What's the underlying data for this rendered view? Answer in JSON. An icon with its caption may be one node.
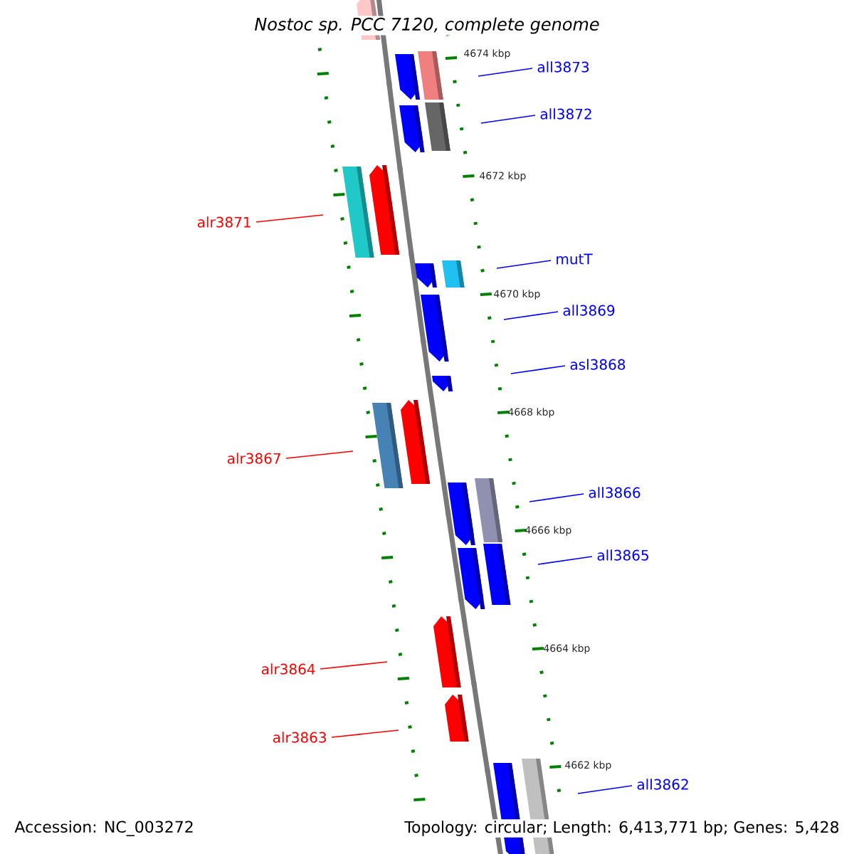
{
  "diagram": {
    "title": "*Nostoc* sp. PCC 7120, complete genome",
    "nodes": [
      {
        "text": [
          "all3873"
        ]
      },
      {
        "text": [
          "all3872"
        ]
      },
      {
        "text": [
          "alr3871"
        ]
      },
      {
        "text": [
          "mutT"
        ]
      },
      {
        "text": [
          "all3869"
        ]
      },
      {
        "text": [
          "asl3868"
        ]
      },
      {
        "text": [
          "alr3867"
        ]
      },
      {
        "text": [
          "all3866"
        ]
      },
      {
        "text": [
          "all3865"
        ]
      },
      {
        "text": [
          "alr3864"
        ]
      },
      {
        "text": [
          "alr3863"
        ]
      },
      {
        "text": [
          "all3862"
        ]
      }
    ],
    "edges": [
      {
        "from": 0,
        "to": null,
        "arrow": "none"
      },
      {
        "from": 1,
        "to": null,
        "arrow": "none"
      },
      {
        "from": 2,
        "to": null,
        "arrow": "none",
        "color": "#ff0000"
      },
      {
        "from": 3,
        "to": null,
        "arrow": "none"
      },
      {
        "from": 4,
        "to": null,
        "arrow": "none"
      },
      {
        "from": 5,
        "to": null,
        "arrow": "none"
      },
      {
        "from": 6,
        "to": null,
        "arrow": "none",
        "color": "#ff0000"
      },
      {
        "from": 7,
        "to": null,
        "arrow": "none"
      },
      {
        "from": 8,
        "to": null,
        "arrow": "none"
      },
      {
        "from": 9,
        "to": null,
        "arrow": "none",
        "color": "#ff0000"
      },
      {
        "from": 10,
        "to": null,
        "arrow": "none",
        "color": "#ff0000"
      },
      {
        "from": 11,
        "to": null,
        "arrow": "none"
      }
    ],
    "labels": [
      "4674 kbp",
      "4672 kbp",
      "4670 kbp",
      "4668 kbp",
      "4666 kbp",
      "4664 kbp",
      "4662 kbp",
      "Accession: NC_003272",
      "Topology: circular; Length: 6,413,771 bp; Genes: 5,428"
    ]
  }
}
